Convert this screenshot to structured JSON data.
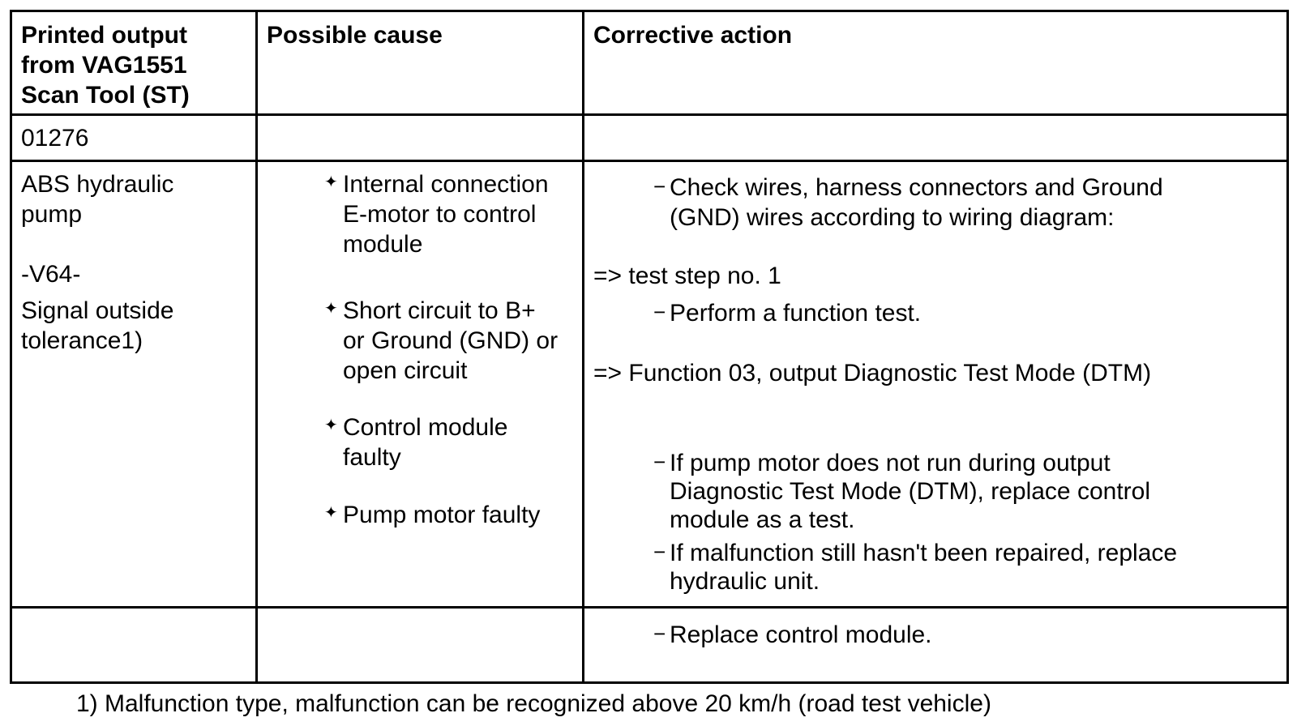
{
  "headers": {
    "col1": [
      "Printed output",
      "from VAG1551",
      "Scan Tool (ST)"
    ],
    "col2": "Possible cause",
    "col3": "Corrective action"
  },
  "code_row": {
    "code": "01276"
  },
  "main_row": {
    "component": [
      "ABS hydraulic",
      "pump"
    ],
    "component_id": "-V64-",
    "signal": [
      "Signal outside",
      "tolerance1)"
    ],
    "causes": [
      [
        "Internal connection",
        "E-motor to control",
        "module"
      ],
      [
        "Short circuit to B+",
        "or Ground (GND) or",
        "open circuit"
      ],
      [
        "Control module",
        "faulty"
      ],
      [
        "Pump motor faulty"
      ]
    ],
    "actions": {
      "check": [
        "Check wires, harness connectors and Ground",
        "(GND) wires according to wiring diagram:"
      ],
      "ref1": "=> test step no. 1",
      "perform": "Perform a function test.",
      "ref2": "=> Function 03, output Diagnostic Test Mode (DTM)",
      "if_no_run": [
        "If pump motor does not run during output",
        "Diagnostic Test Mode (DTM), replace control",
        "module as a test."
      ],
      "if_not_repaired": [
        "If malfunction still hasn't been repaired, replace",
        "hydraulic unit."
      ]
    }
  },
  "last_row": {
    "action": "Replace control module."
  },
  "footnote": "1) Malfunction type, malfunction can be recognized above 20 km/h (road test vehicle)",
  "symbols": {
    "bullet": "✦",
    "dash": "−"
  }
}
